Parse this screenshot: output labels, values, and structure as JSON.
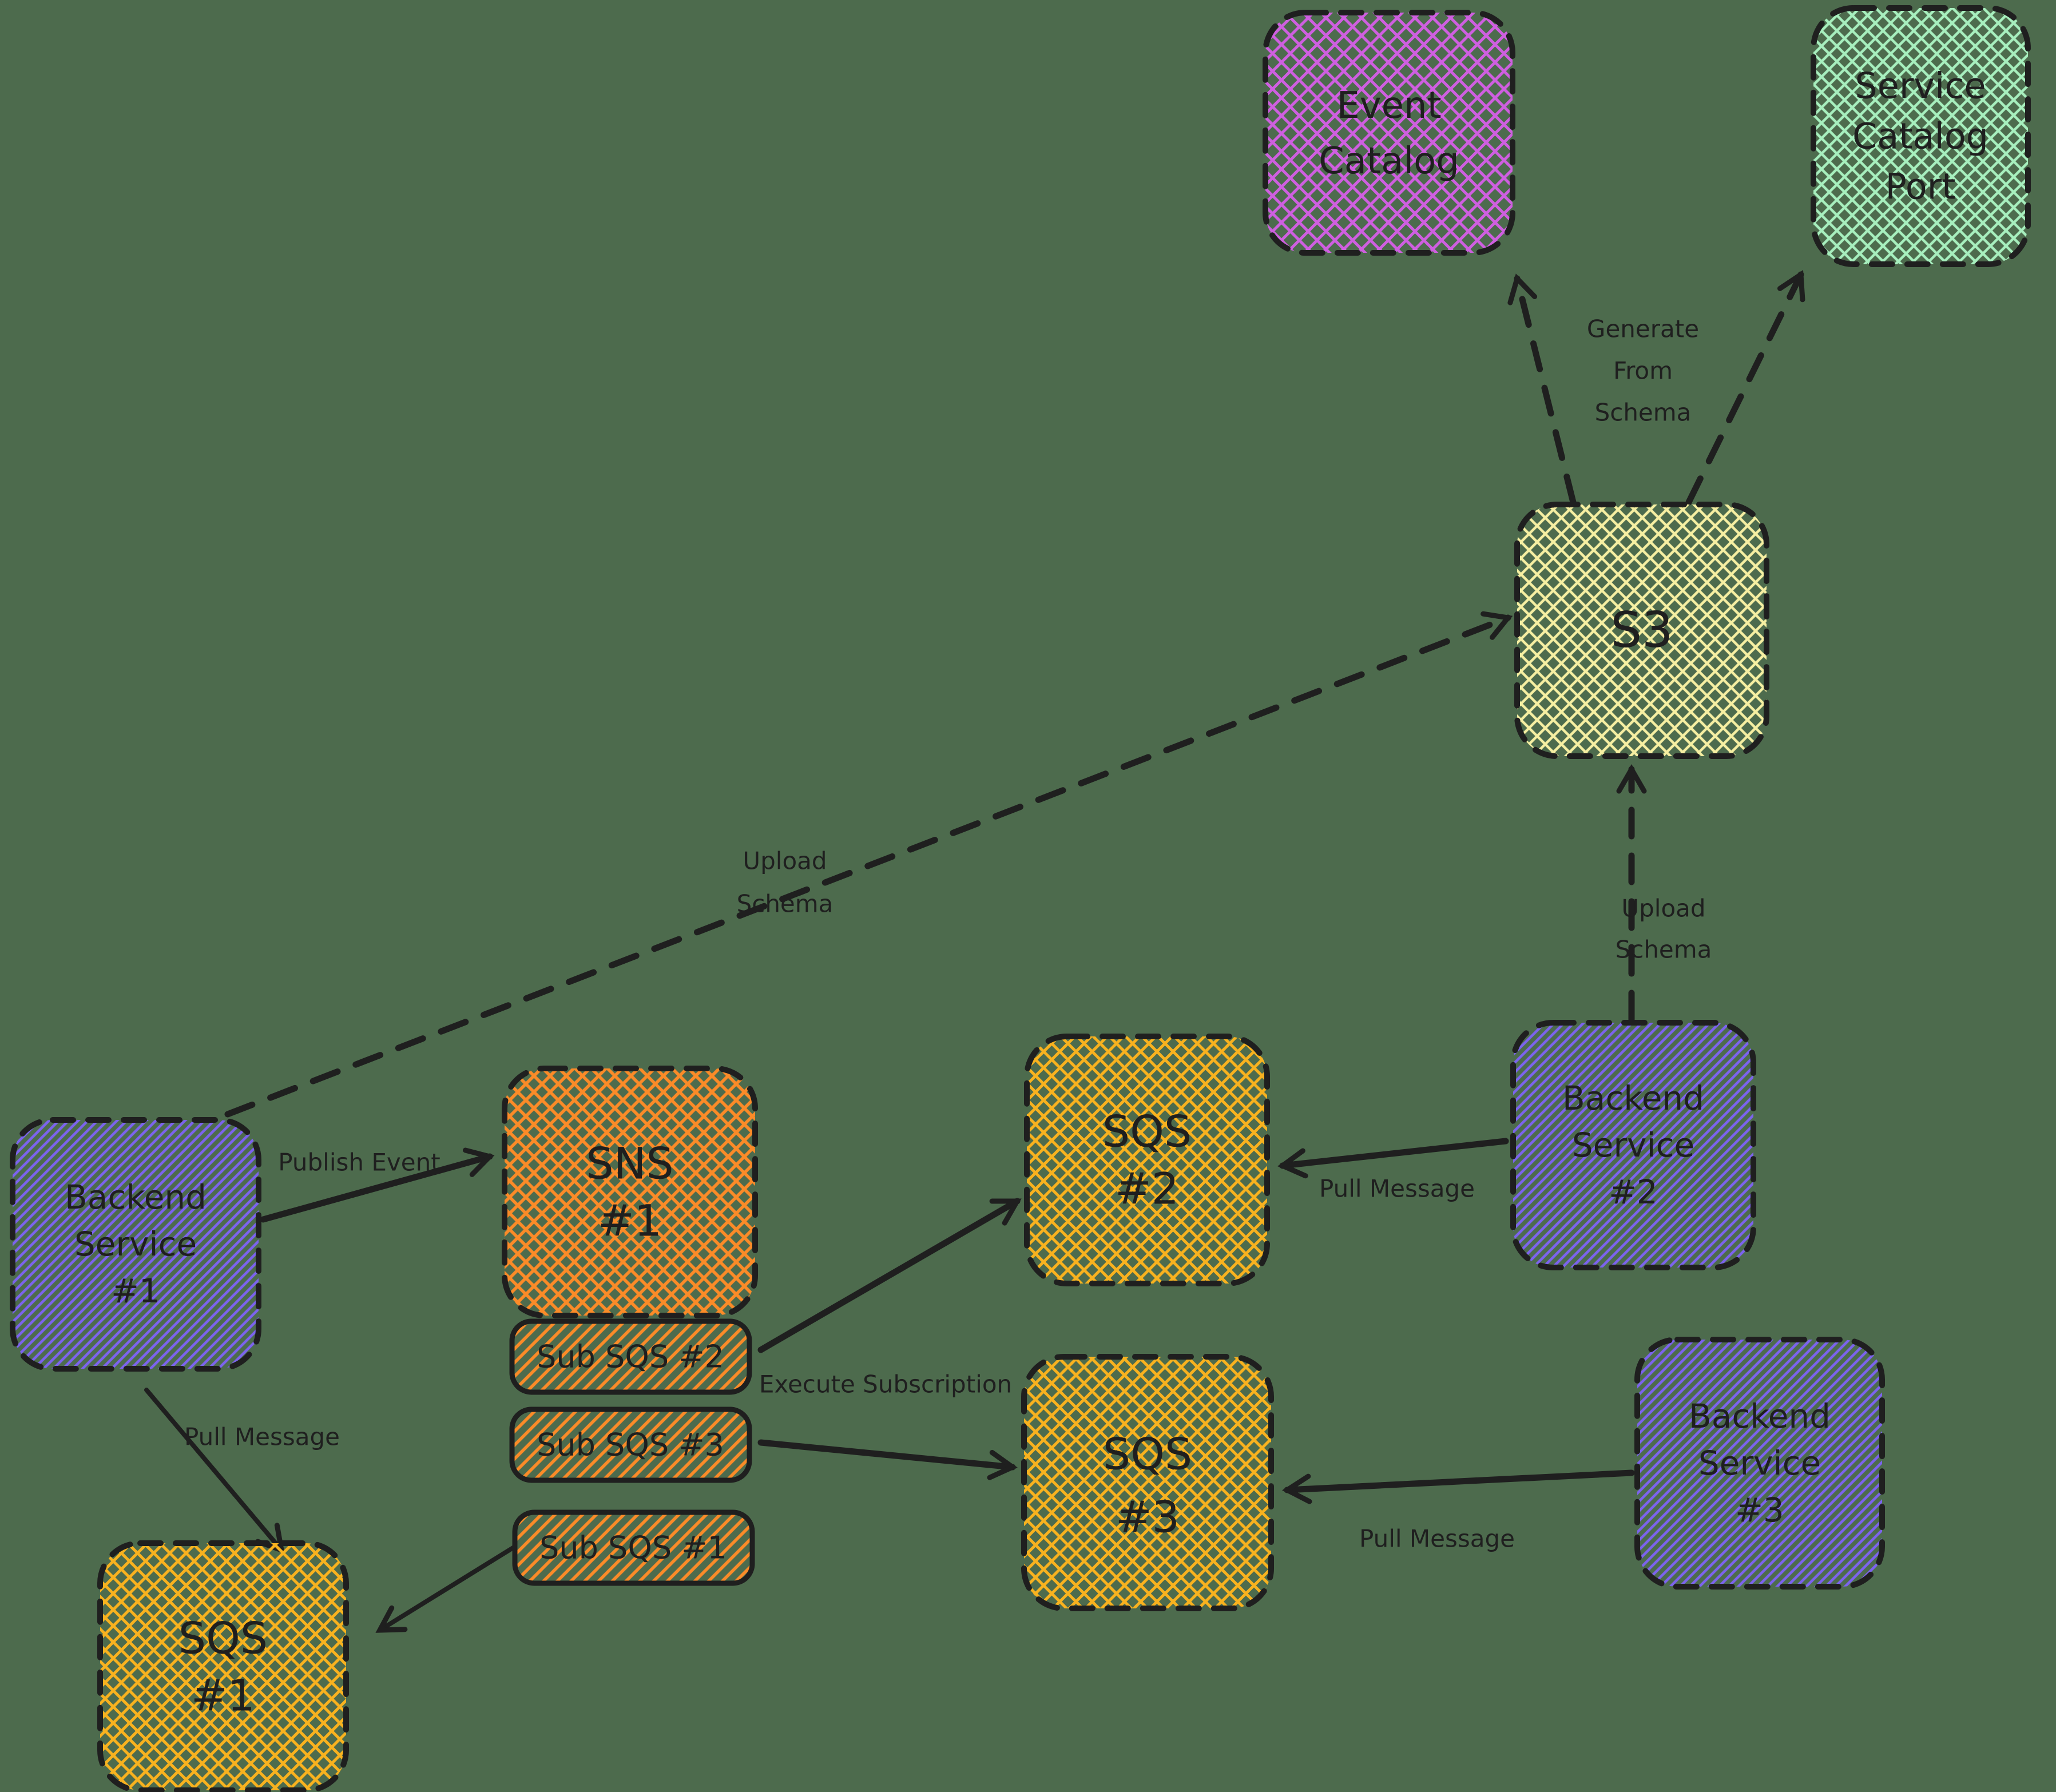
{
  "colors": {
    "background": "#4d6b4d",
    "ink": "#1f1f1f",
    "magenta": "#cf5fe0",
    "mint": "#a7efbe",
    "pale_yellow": "#f6efa2",
    "orange": "#fb8b28",
    "amber": "#f8b21f",
    "purple": "#7c63ee"
  },
  "nodes": {
    "event_catalog": {
      "lines": [
        "Event",
        "Catalog"
      ]
    },
    "service_catalog_port": {
      "lines": [
        "Service",
        "Catalog",
        "Port"
      ]
    },
    "s3": {
      "label": "S3"
    },
    "backend_service_1": {
      "lines": [
        "Backend",
        "Service",
        "#1"
      ]
    },
    "sns_1": {
      "lines": [
        "SNS",
        "#1"
      ]
    },
    "sub_sqs_2": {
      "label": "Sub SQS #2"
    },
    "sub_sqs_3": {
      "label": "Sub SQS #3"
    },
    "sub_sqs_1": {
      "label": "Sub SQS #1"
    },
    "sqs_2": {
      "lines": [
        "SQS",
        "#2"
      ]
    },
    "backend_service_2": {
      "lines": [
        "Backend",
        "Service",
        "#2"
      ]
    },
    "sqs_3": {
      "lines": [
        "SQS",
        "#3"
      ]
    },
    "backend_service_3": {
      "lines": [
        "Backend",
        "Service",
        "#3"
      ]
    },
    "sqs_1": {
      "lines": [
        "SQS",
        "#1"
      ]
    }
  },
  "edge_labels": {
    "generate_from_schema": {
      "lines": [
        "Generate",
        "From",
        "Schema"
      ]
    },
    "upload_schema_left": {
      "lines": [
        "Upload",
        "Schema"
      ]
    },
    "upload_schema_right": {
      "lines": [
        "Upload",
        "Schema"
      ]
    },
    "publish_event": "Publish Event",
    "pull_message_1": "Pull Message",
    "pull_message_2": "Pull Message",
    "pull_message_3": "Pull Message",
    "execute_subscription": "Execute Subscription"
  }
}
